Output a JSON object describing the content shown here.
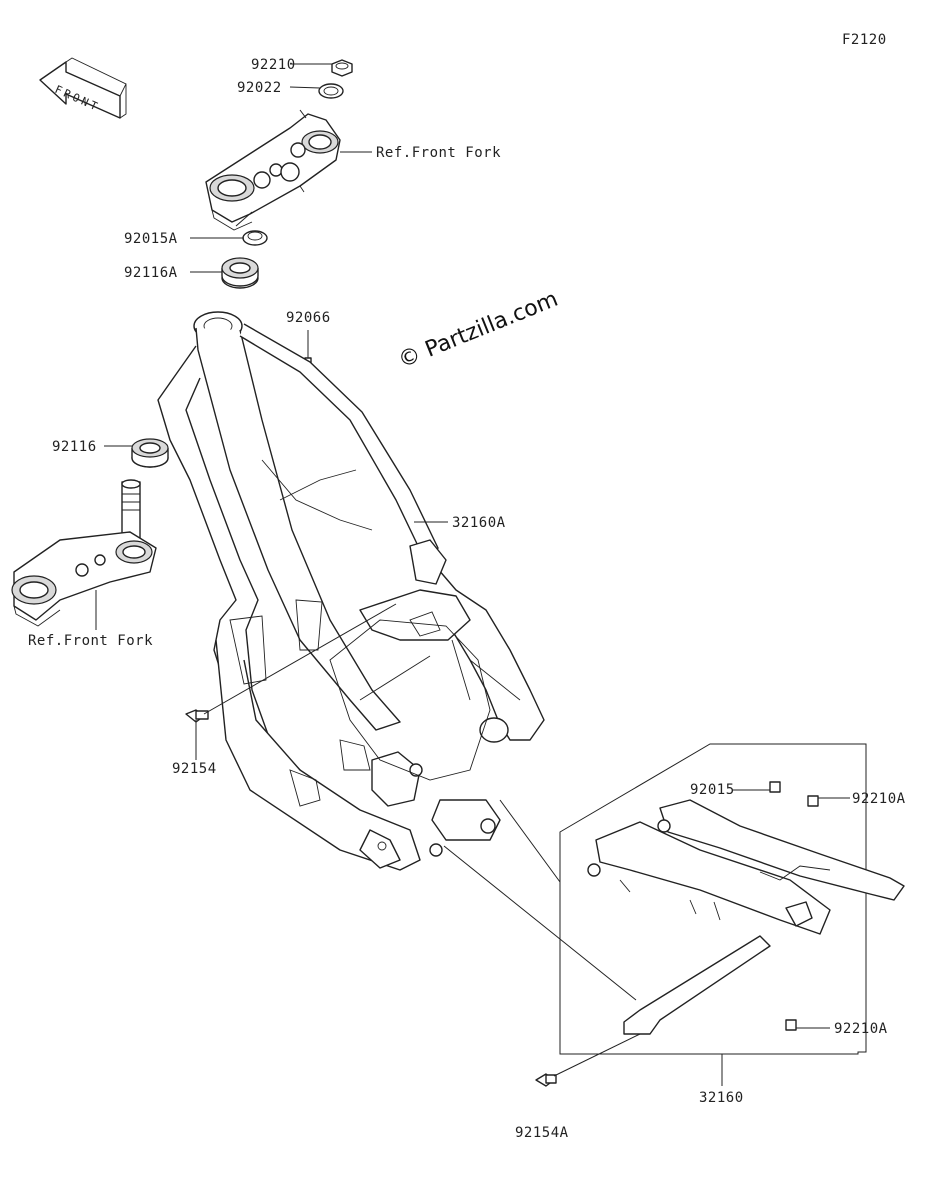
{
  "diagram_id": "F2120",
  "watermark": "© Partzilla.com",
  "front_arrow": "FRONT",
  "labels": {
    "p92210": "92210",
    "p92022": "92022",
    "ref_front_fork_top": "Ref.Front Fork",
    "p92015A": "92015A",
    "p92116A": "92116A",
    "p92066": "92066",
    "p92116": "92116",
    "p32160A": "32160A",
    "ref_front_fork_left": "Ref.Front Fork",
    "p92154": "92154",
    "p92015": "92015",
    "p92210A_top": "92210A",
    "p92210A_bottom": "92210A",
    "p32160": "32160",
    "p92154A": "92154A"
  }
}
